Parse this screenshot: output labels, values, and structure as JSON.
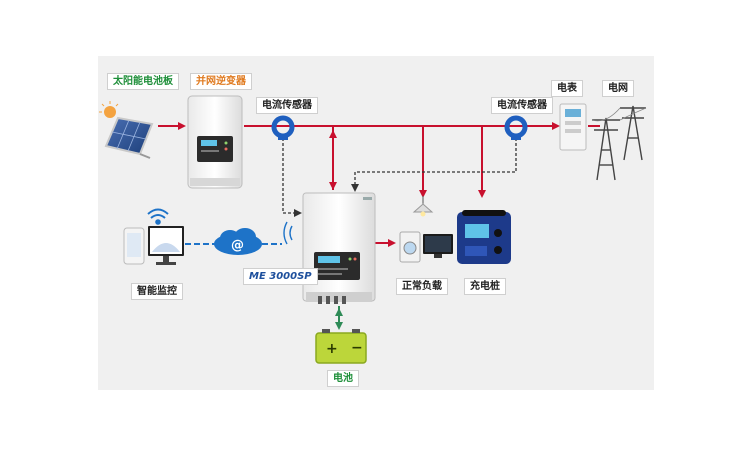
{
  "labels": {
    "solar": "太阳能电池板",
    "inverter": "并网逆变器",
    "ct_left": "电流传感器",
    "ct_right": "电流传感器",
    "meter": "电表",
    "grid": "电网",
    "monitor": "智能监控",
    "model": "ME 3000SP",
    "load": "正常负载",
    "charger": "充电桩",
    "battery": "电池"
  },
  "colors": {
    "ac_line": "#c8102e",
    "signal_line": "#333333",
    "battery_link": "#2e8b57",
    "cloud_link": "#1e73c8",
    "solar_label": "#1f8f3a",
    "inverter_label": "#e07a1f",
    "model_label": "#1d4f9c"
  },
  "icons": {
    "solar": "solar-panel-icon",
    "inverter": "grid-inverter-icon",
    "storage_inverter": "storage-inverter-icon",
    "ct": "current-sensor-icon",
    "meter": "electric-meter-icon",
    "grid": "power-tower-icon",
    "monitor": "smart-monitor-icon",
    "wifi": "wifi-icon",
    "cloud": "cloud-icon",
    "load": "home-appliance-icon",
    "charger": "ev-charger-icon",
    "battery": "battery-icon"
  }
}
